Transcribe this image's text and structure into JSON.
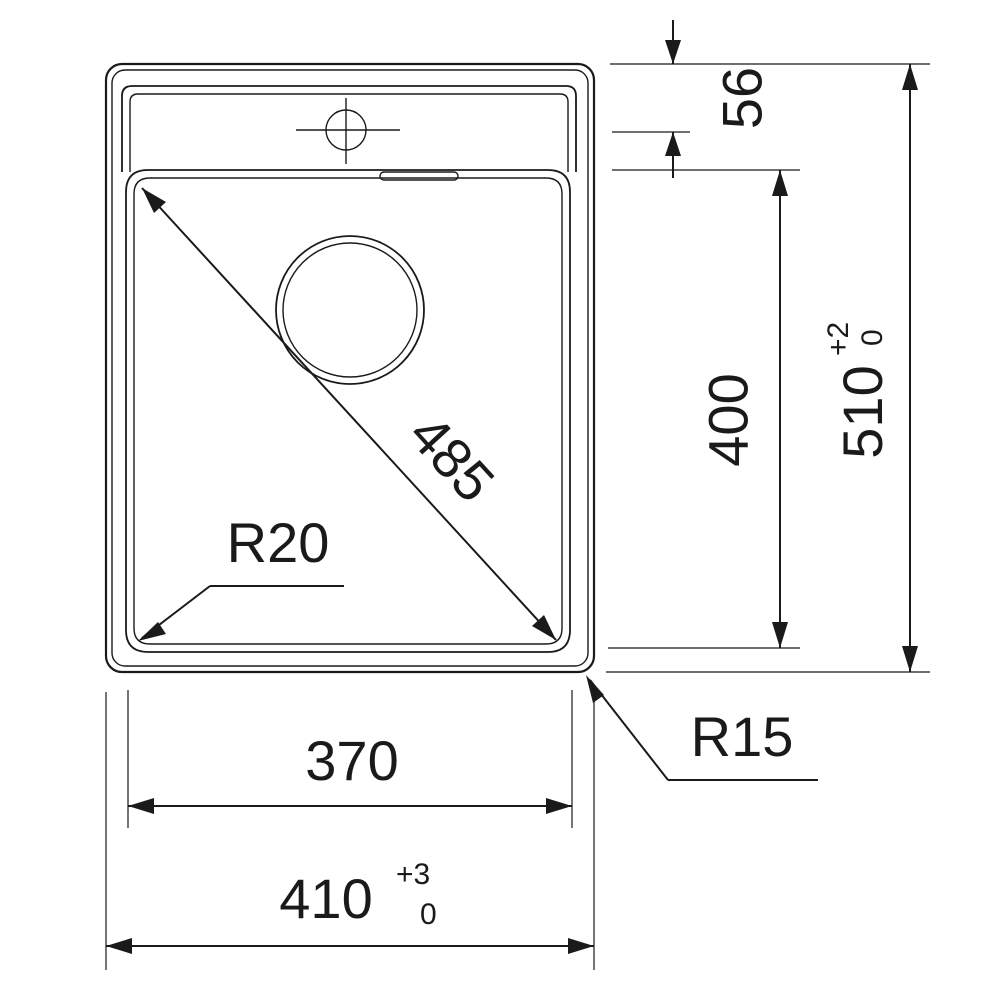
{
  "drawing": {
    "labels": {
      "dim_56": "56",
      "dim_400": "400",
      "dim_510": "510",
      "dim_510_tol_upper": "+2",
      "dim_510_tol_lower": "0",
      "dim_485": "485",
      "radius_inner": "R20",
      "radius_outer": "R15",
      "dim_370": "370",
      "dim_410": "410",
      "dim_410_tol_upper": "+3",
      "dim_410_tol_lower": "0"
    }
  }
}
